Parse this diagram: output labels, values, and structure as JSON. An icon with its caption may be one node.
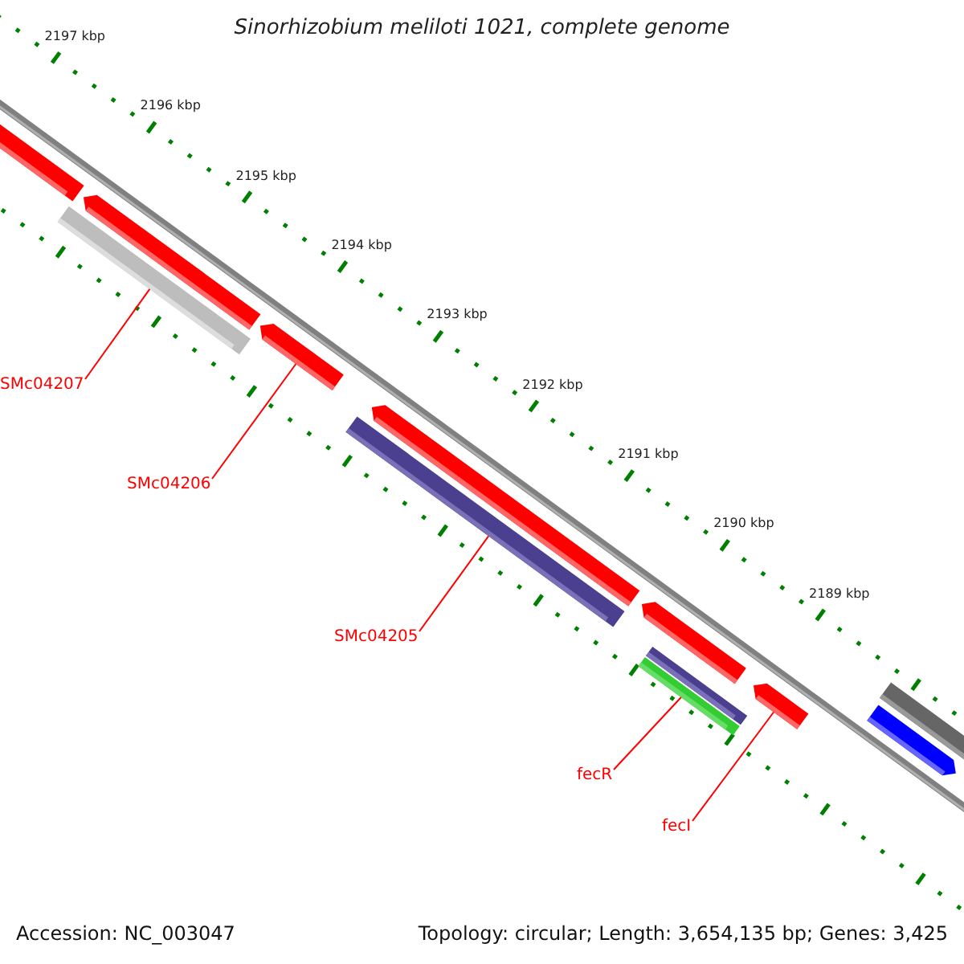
{
  "diagram": {
    "title": "Sinorhizobium meliloti 1021, complete genome",
    "nodes": [
      {
        "text": [
          "SMc04207"
        ]
      },
      {
        "text": [],
        "shape": "bar"
      },
      {
        "text": [
          "SMc04206"
        ]
      },
      {
        "text": [],
        "shape": "bar"
      },
      {
        "text": [
          "SMc04205"
        ]
      },
      {
        "text": [],
        "shape": "bar"
      },
      {
        "text": [
          "fecR"
        ]
      },
      {
        "text": [],
        "shape": "bar"
      },
      {
        "text": [
          "fecI"
        ]
      },
      {
        "text": [],
        "shape": "bar"
      }
    ],
    "edges": [
      {
        "from": 0,
        "to": 1,
        "arrow": "none"
      },
      {
        "from": 2,
        "to": 3,
        "arrow": "none"
      },
      {
        "from": 4,
        "to": 5,
        "arrow": "none"
      },
      {
        "from": 6,
        "to": 7,
        "arrow": "none"
      },
      {
        "from": 8,
        "to": 9,
        "arrow": "none"
      }
    ],
    "labels": [
      "2197 kbp",
      "2196 kbp",
      "2195 kbp",
      "2194 kbp",
      "2193 kbp",
      "2192 kbp",
      "2191 kbp",
      "2190 kbp",
      "2189 kbp",
      "Accession: NC_003047",
      "Topology: circular; Length: 3,654,135 bp; Genes: 3,425"
    ]
  }
}
